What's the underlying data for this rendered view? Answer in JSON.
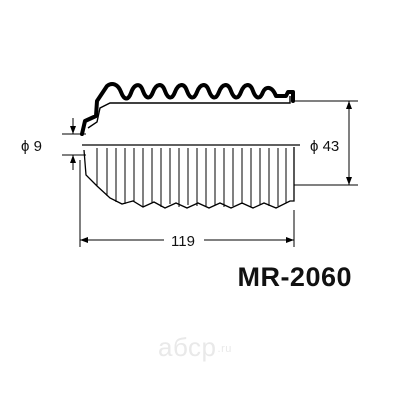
{
  "drawing": {
    "left_diameter_label": "ϕ 9",
    "right_diameter_label": "ϕ 43",
    "length_label": "119"
  },
  "part_number": "MR-2060",
  "watermark": {
    "text": "абср",
    "suffix": ".ru"
  }
}
